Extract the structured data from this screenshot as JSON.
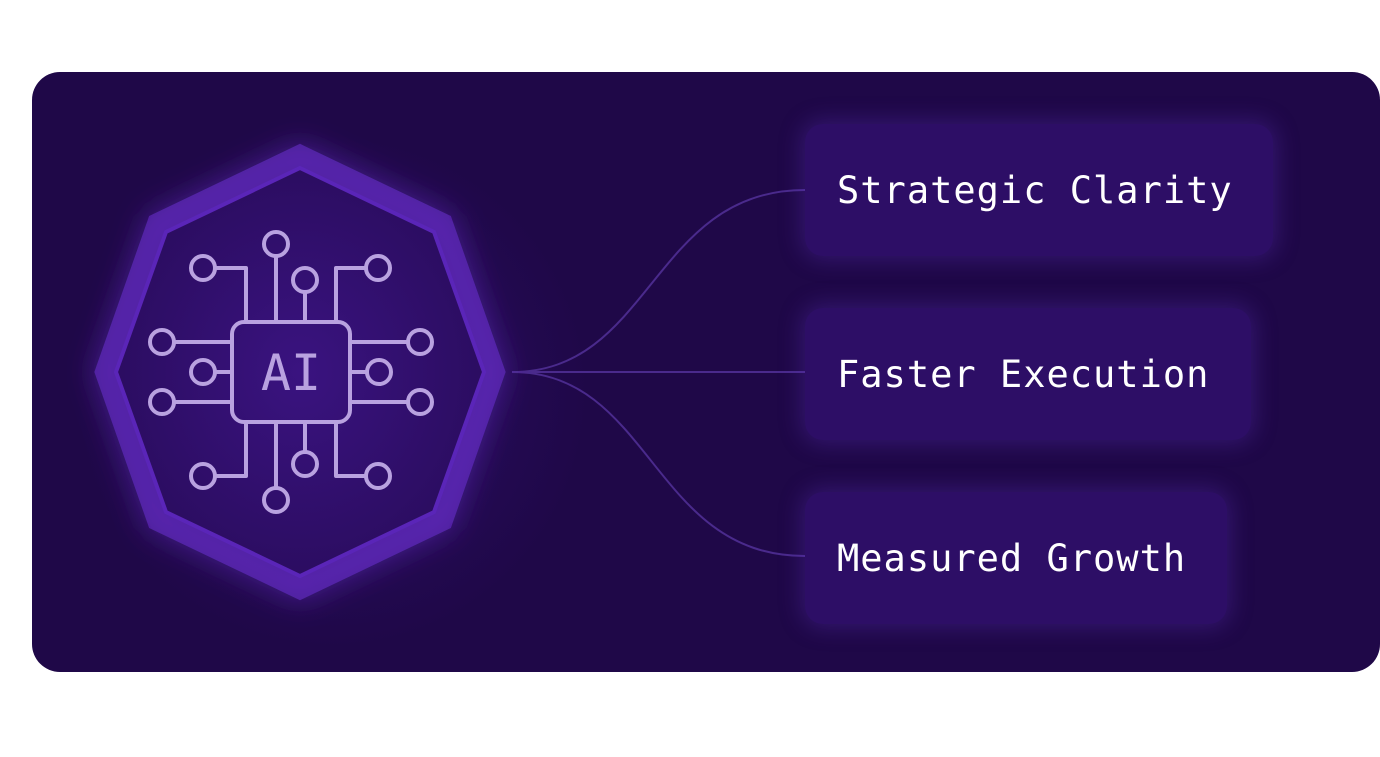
{
  "chip": {
    "label": "AI"
  },
  "outcomes": [
    {
      "label": "Strategic Clarity"
    },
    {
      "label": "Faster Execution"
    },
    {
      "label": "Measured Growth"
    }
  ],
  "colors": {
    "card_background": "#1f0848",
    "pill_background": "#2d0e66",
    "hexagon_fill": "#2a0c5e",
    "hexagon_glow": "#6b2fd1",
    "icon_stroke": "#b9a2e0",
    "connector_line": "#4a2a8c"
  }
}
